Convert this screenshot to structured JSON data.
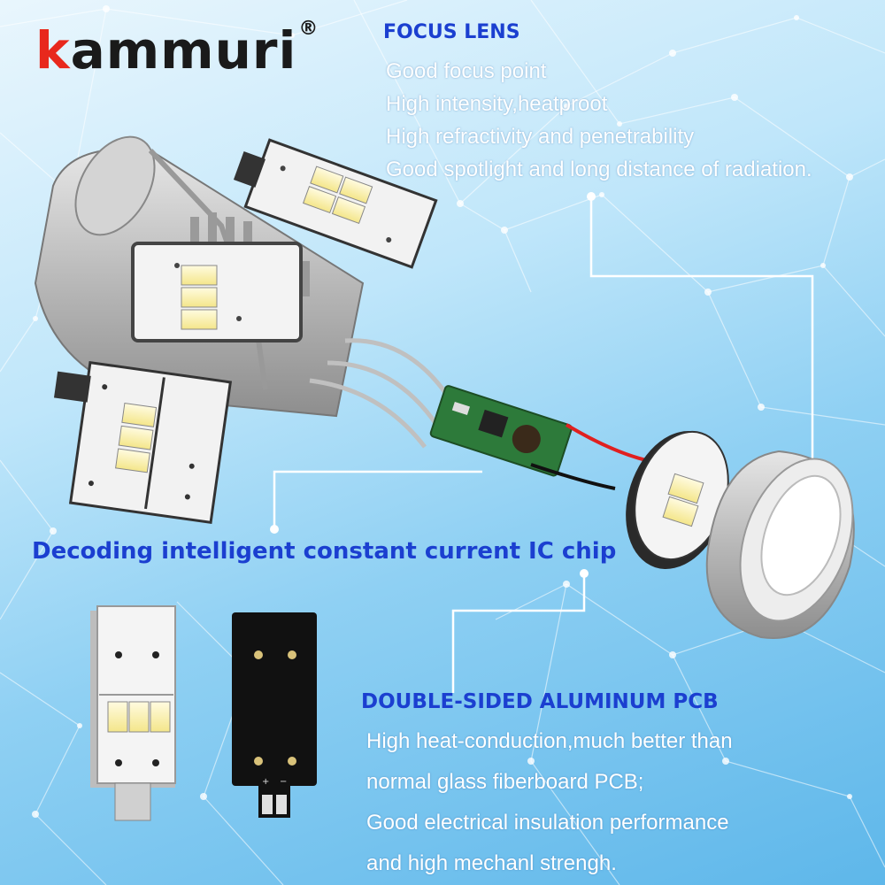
{
  "brand": {
    "name_initial": "k",
    "name_rest": "ammuri",
    "registered_mark": "®"
  },
  "focus_lens": {
    "title": "FOCUS LENS",
    "features": [
      "Good focus point",
      "High intensity,heatproot",
      "High refractivity and penetrability",
      "Good spotlight and long distance of radiation."
    ]
  },
  "ic_chip": {
    "title": "Decoding intelligent constant current IC chip"
  },
  "pcb": {
    "title": "DOUBLE-SIDED ALUMINUM PCB",
    "features": [
      "High heat-conduction,much better than",
      "normal glass fiberboard PCB;",
      "Good electrical insulation performance",
      "and high mechanl strengh."
    ]
  },
  "pcb_back": {
    "plus_mark": "+",
    "minus_mark": "−"
  },
  "colors": {
    "heading": "#1b3fd0",
    "logo_accent": "#e8281c",
    "feature_text": "#ffffff"
  },
  "icons": [
    "led-bulb-illustration",
    "focus-lens-illustration",
    "driver-board-illustration",
    "pcb-front-illustration",
    "pcb-back-illustration"
  ]
}
